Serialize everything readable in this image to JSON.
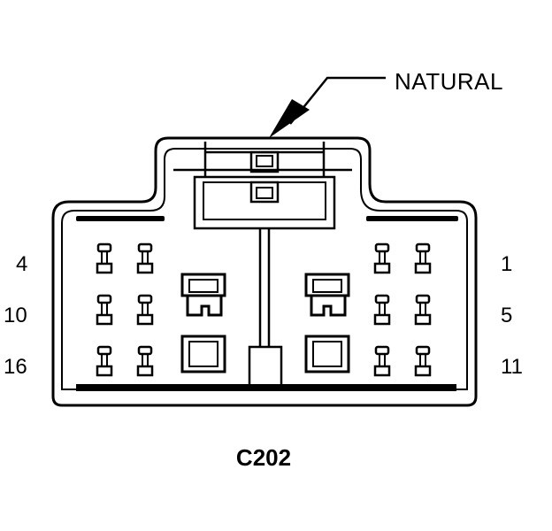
{
  "diagram": {
    "callout_label": "NATURAL",
    "connector_id": "C202",
    "pin_labels": {
      "left_top": "4",
      "left_middle": "10",
      "left_bottom": "16",
      "right_top": "1",
      "right_middle": "5",
      "right_bottom": "11"
    },
    "colors": {
      "line": "#000000",
      "background": "#ffffff"
    }
  }
}
